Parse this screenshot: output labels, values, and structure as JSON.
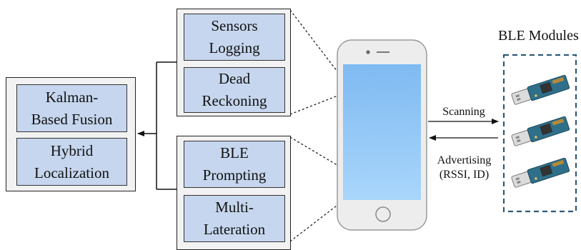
{
  "fusion": {
    "kalman": "Kalman-\nBased Fusion",
    "hybrid": "Hybrid\nLocalization"
  },
  "sensor_group": {
    "logging": "Sensors\nLogging",
    "dead_reckoning": "Dead\nReckoning"
  },
  "ble_group": {
    "prompting": "BLE\nPrompting",
    "multilateration": "Multi-\nLateration"
  },
  "links": {
    "scanning": "Scanning",
    "advertising": "Advertising\n(RSSI, ID)"
  },
  "modules": {
    "title": "BLE Modules",
    "count": 3
  },
  "colors": {
    "box_fill": "#c6d6ee",
    "screen": "#8ec5f5",
    "module_board": "#2f6f8a",
    "dashed_border": "#2f5a7a"
  }
}
